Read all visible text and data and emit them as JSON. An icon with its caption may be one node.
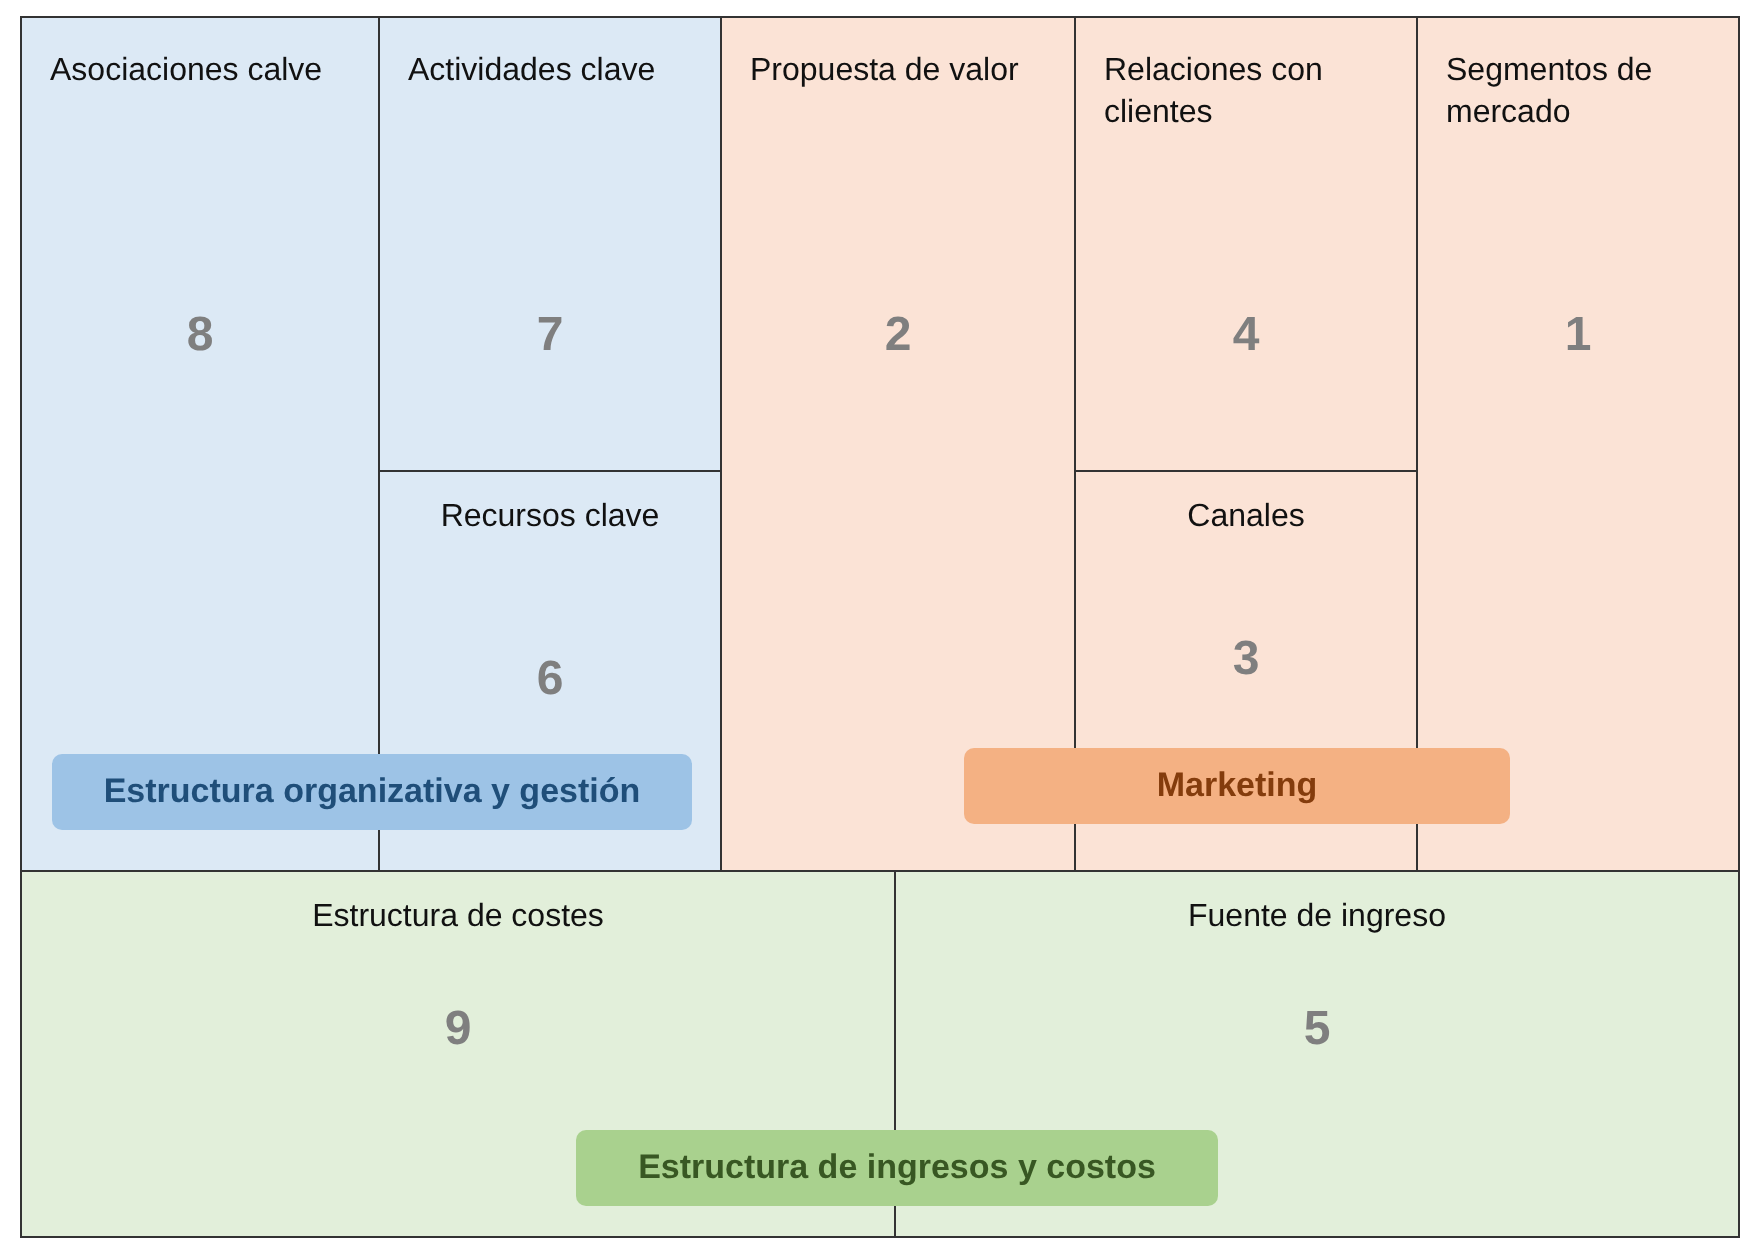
{
  "diagram": {
    "nodes": [
      {
        "text": [
          "Asociaciones calve",
          "8"
        ]
      },
      {
        "text": [
          "Actividades clave",
          "7"
        ]
      },
      {
        "text": [
          "Recursos clave",
          "6"
        ]
      },
      {
        "text": [
          "Propuesta de valor",
          "2"
        ]
      },
      {
        "text": [
          "Relaciones con clientes",
          "4"
        ]
      },
      {
        "text": [
          "Canales",
          "3"
        ]
      },
      {
        "text": [
          "Segmentos de mercado",
          "1"
        ]
      },
      {
        "text": [
          "Estructura de costes",
          "9"
        ]
      },
      {
        "text": [
          "Fuente de ingreso",
          "5"
        ]
      },
      {
        "text": [
          "Estructura organizativa y gestión"
        ]
      },
      {
        "text": [
          "Marketing"
        ]
      },
      {
        "text": [
          "Estructura de ingresos y costos"
        ]
      }
    ],
    "edges": []
  }
}
